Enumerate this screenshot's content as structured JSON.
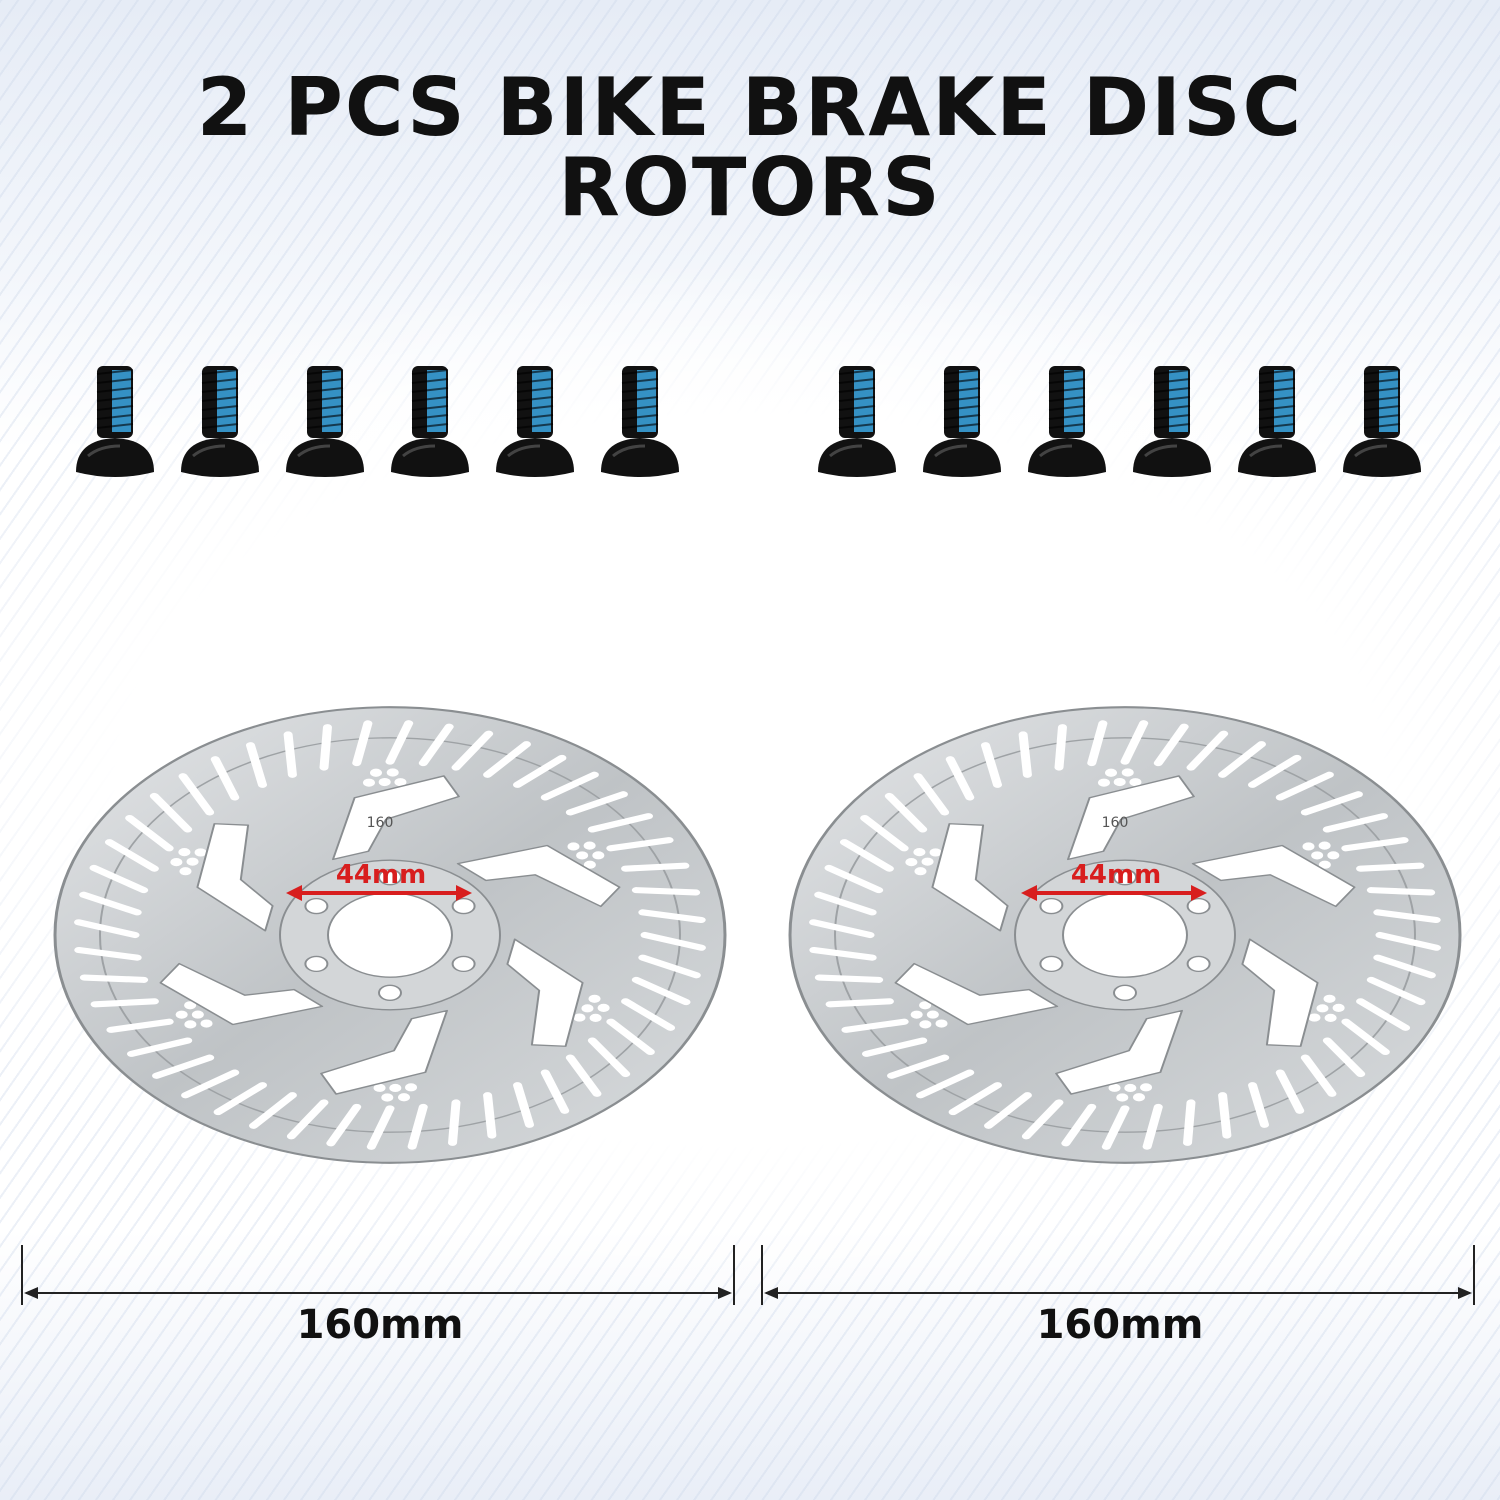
{
  "headline": "2 PCS BIKE BRAKE DISC ROTORS",
  "rotors": [
    {
      "size_stamp": "160",
      "hub_label": "44mm",
      "diameter_label": "160mm"
    },
    {
      "size_stamp": "160",
      "hub_label": "44mm",
      "diameter_label": "160mm"
    }
  ],
  "screws": {
    "count_per_set": 6,
    "sets": 2,
    "thread_color": "#3aa0d8",
    "head_color": "#111111"
  },
  "colors": {
    "accent_red": "#d81e1e",
    "rotor_steel": "#c9cccf"
  }
}
